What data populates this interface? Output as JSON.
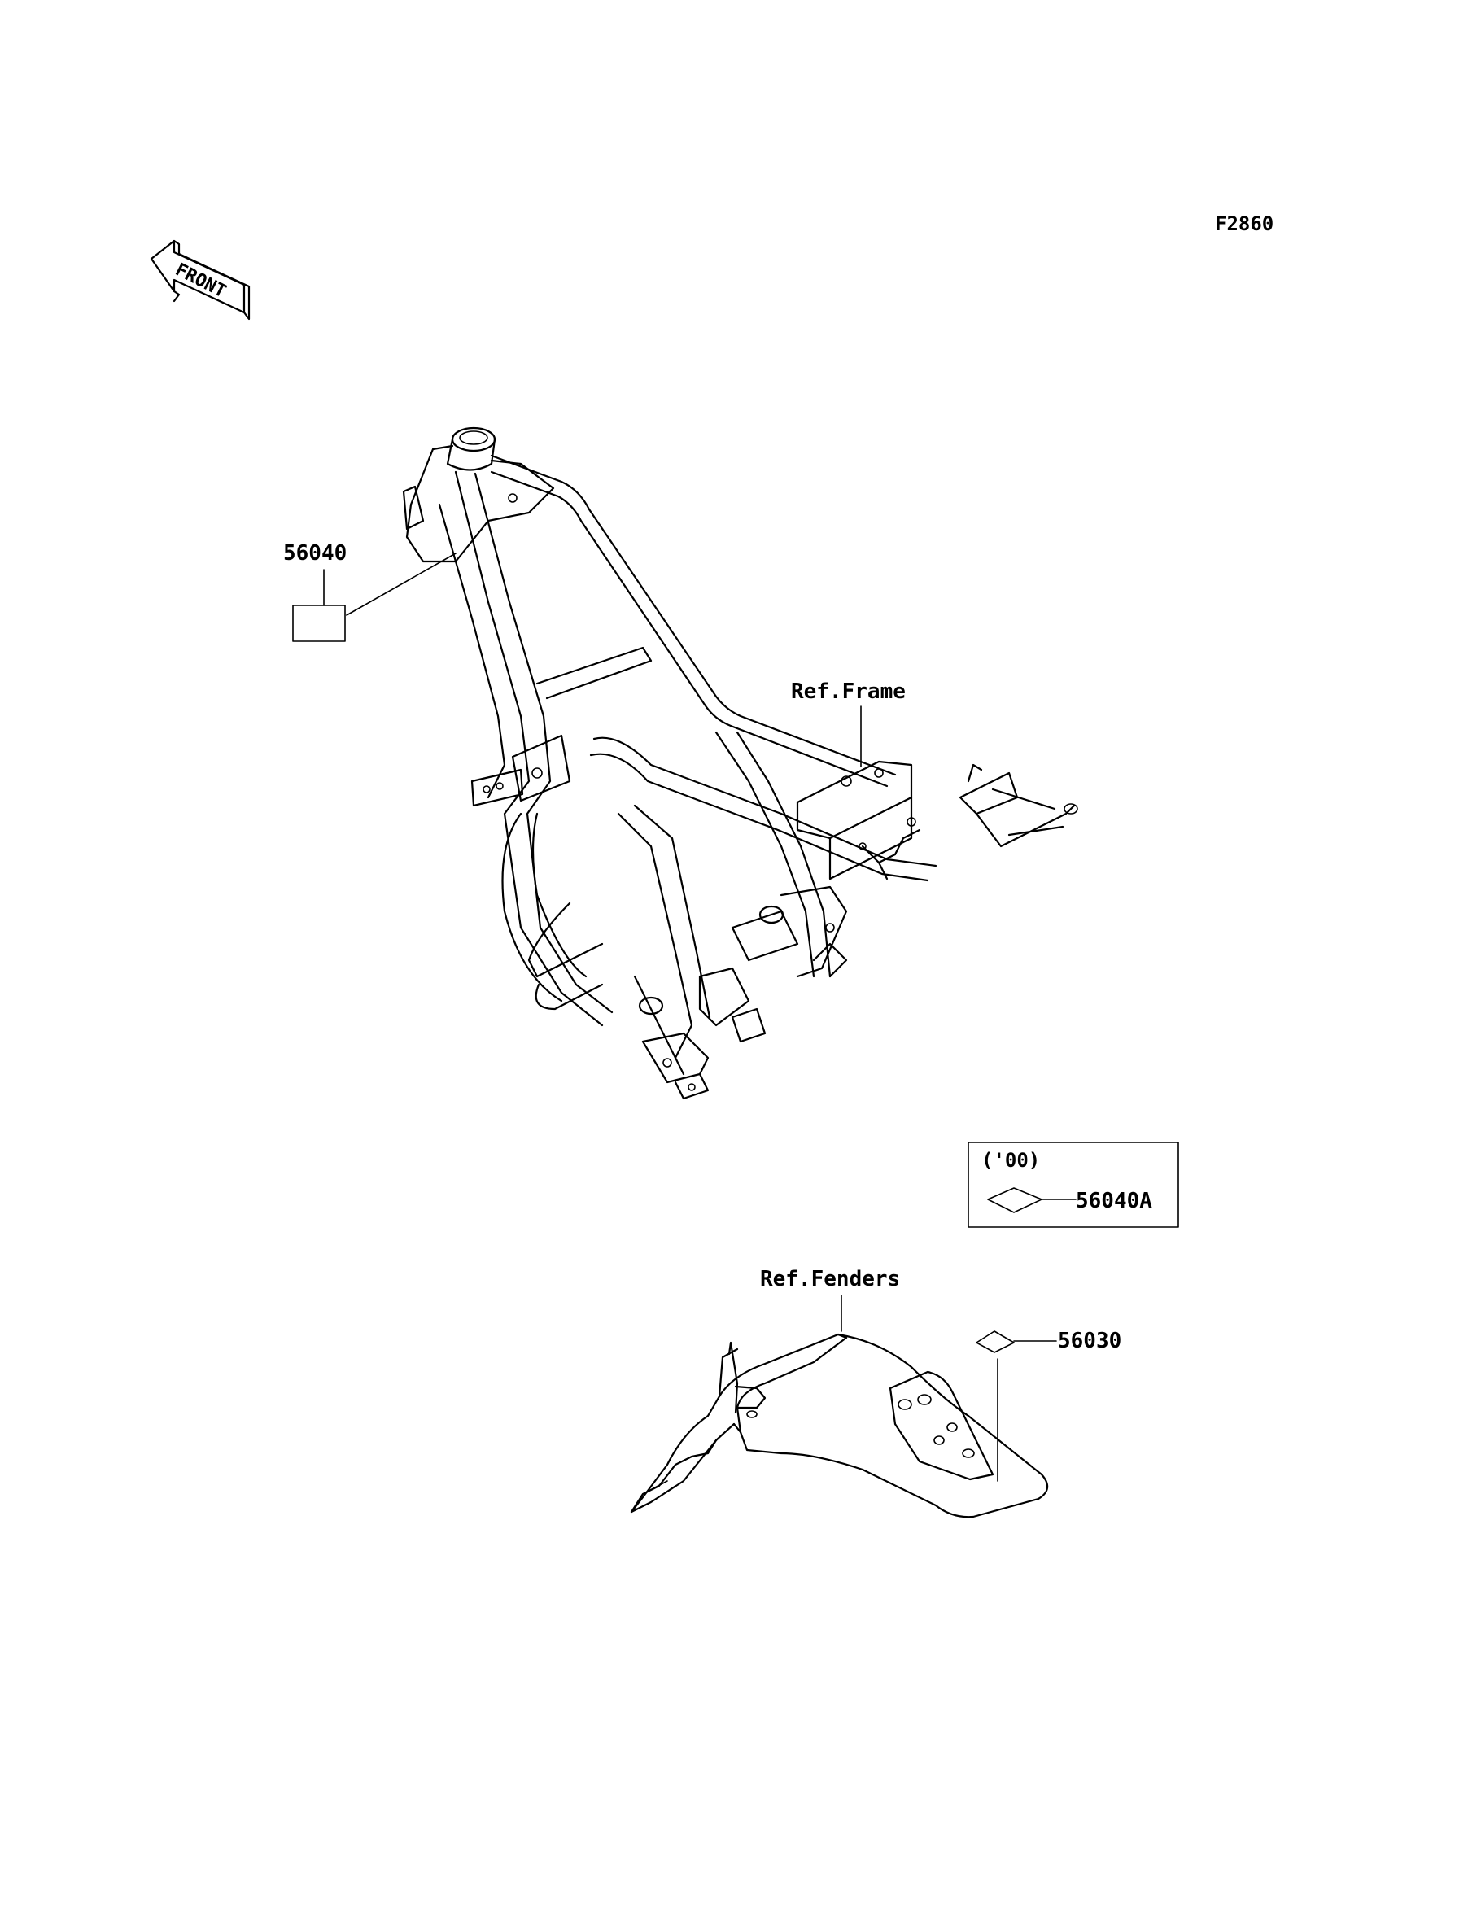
{
  "figure_code": "F2860",
  "front_arrow_text": "FRONT",
  "callouts": {
    "part_56040": "56040",
    "ref_frame": "Ref.Frame",
    "ref_fenders": "Ref.Fenders",
    "part_56030": "56030"
  },
  "legend_box": {
    "year": "('00)",
    "part": "56040A"
  }
}
